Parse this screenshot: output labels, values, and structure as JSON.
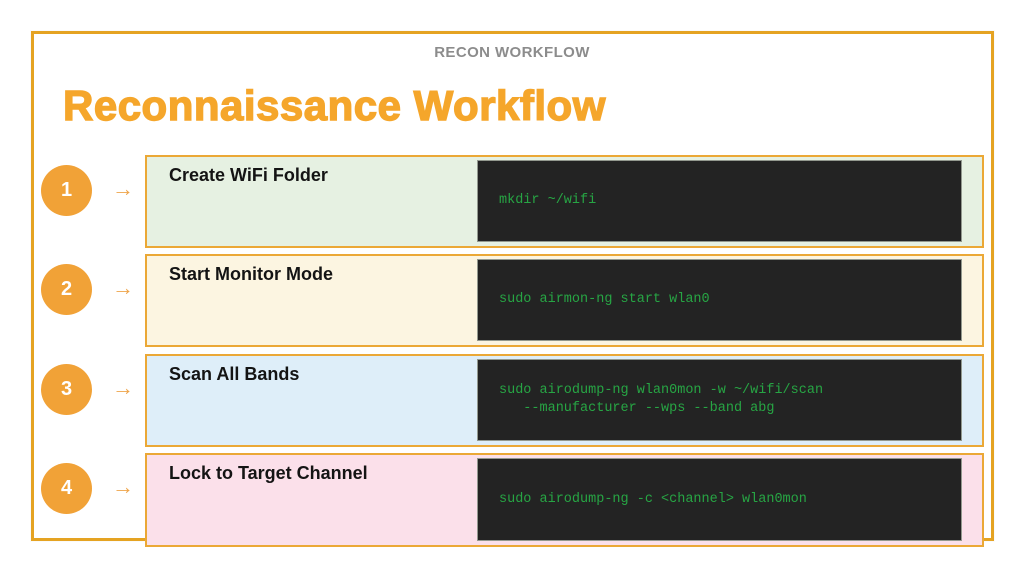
{
  "page": {
    "eyebrow": "RECON WORKFLOW",
    "title": "Reconnaissance Workflow"
  },
  "icons": {
    "arrow_right": "→"
  },
  "colors": {
    "accent_orange": "#F5A62B",
    "frame_border": "#E5A322",
    "card_border": "#EBA836",
    "badge_fill": "#F1A237",
    "terminal_bg": "#232323",
    "terminal_text": "#27A544",
    "eyebrow_gray": "#8C8C8C"
  },
  "steps": [
    {
      "number": "1",
      "label": "Create WiFi Folder",
      "command": "mkdir ~/wifi",
      "bg": "#E6F1E2"
    },
    {
      "number": "2",
      "label": "Start Monitor Mode",
      "command": "sudo airmon-ng start wlan0",
      "bg": "#FCF5E1"
    },
    {
      "number": "3",
      "label": "Scan All Bands",
      "command": "sudo airodump-ng wlan0mon -w ~/wifi/scan\n   --manufacturer --wps --band abg",
      "bg": "#DEEEF9"
    },
    {
      "number": "4",
      "label": "Lock to Target Channel",
      "command": "sudo airodump-ng -c <channel> wlan0mon",
      "bg": "#FBE0EA"
    }
  ]
}
